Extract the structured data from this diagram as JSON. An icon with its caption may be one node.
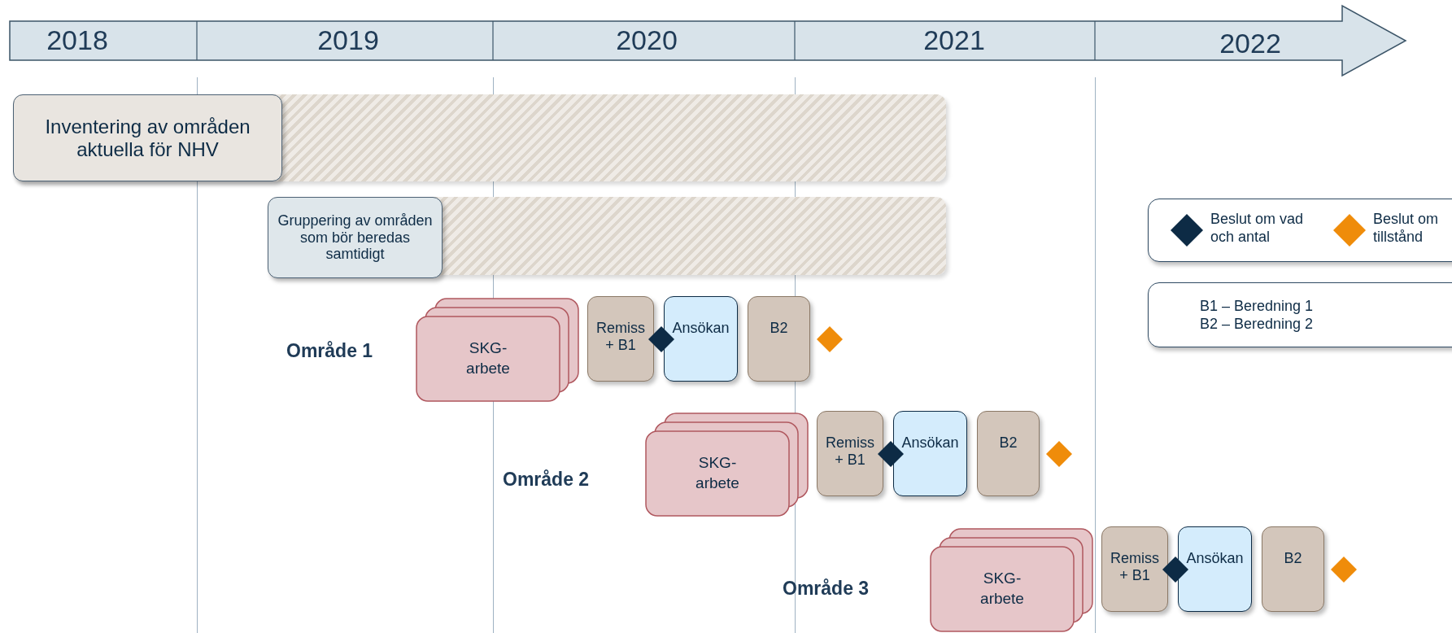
{
  "diagram": {
    "nodes": [
      {
        "text": [
          "Inventering av områden aktuella för NHV"
        ]
      },
      {
        "text": [
          "Gruppering av områden som bör beredas samtidigt"
        ]
      },
      {
        "text": [
          "SKG-arbete"
        ]
      },
      {
        "text": [
          "Remiss + B1"
        ]
      },
      {
        "text": [
          "Ansökan"
        ]
      },
      {
        "text": [
          "B2"
        ]
      },
      {
        "text": [
          "SKG-arbete"
        ]
      },
      {
        "text": [
          "Remiss + B1"
        ]
      },
      {
        "text": [
          "Ansökan"
        ]
      },
      {
        "text": [
          "B2"
        ]
      },
      {
        "text": [
          "SKG-arbete"
        ]
      },
      {
        "text": [
          "Remiss + B1"
        ]
      },
      {
        "text": [
          "Ansökan"
        ]
      },
      {
        "text": [
          "B2"
        ]
      }
    ],
    "labels": [
      "2018",
      "2019",
      "2020",
      "2021",
      "2022",
      "B1 – Beredning 1",
      "B2 – Beredning 2",
      "Område 1",
      "Område 2",
      "Område 3"
    ],
    "legend": [
      {
        "text": "Beslut om vad och antal",
        "color": "#0d2b45"
      },
      {
        "text": "Beslut om tillstånd",
        "color": "#ef8c0a"
      }
    ]
  }
}
